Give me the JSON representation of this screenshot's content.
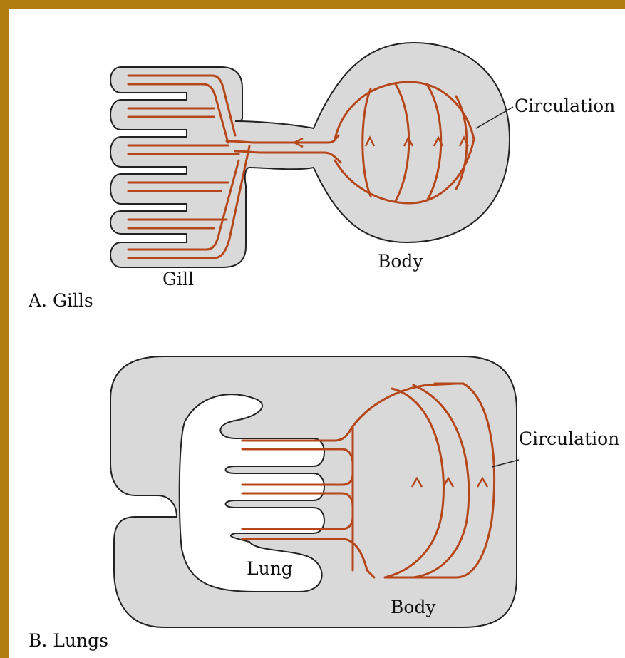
{
  "colors": {
    "frame": "#b07d10",
    "tissue": "#d9d9d9",
    "outline": "#222222",
    "vessel": "#b5471b",
    "background": "#ffffff"
  },
  "panel_a": {
    "caption": "A.  Gills",
    "organ_label": "Gill",
    "body_label": "Body",
    "circulation_label": "Circulation"
  },
  "panel_b": {
    "caption": "B.  Lungs",
    "organ_label": "Lung",
    "body_label": "Body",
    "circulation_label": "Circulation"
  },
  "icons": [
    "flow-arrow-icon"
  ]
}
